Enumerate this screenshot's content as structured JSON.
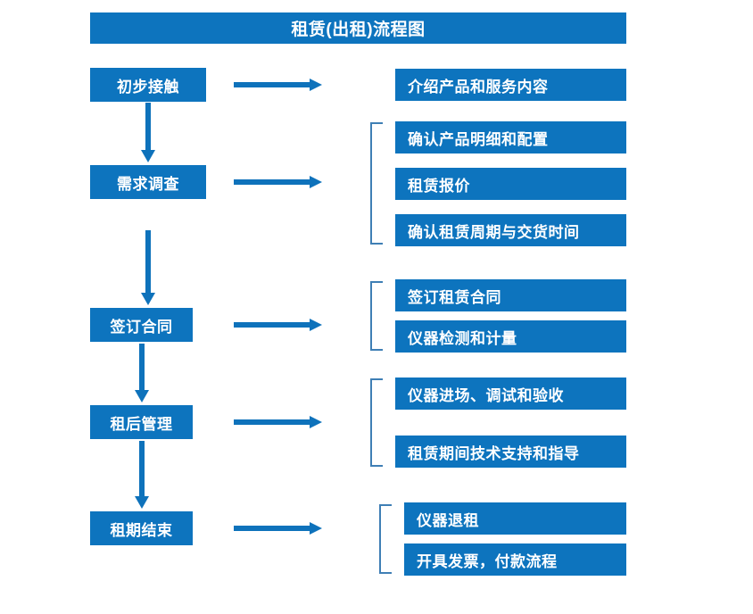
{
  "title": {
    "text": "租赁(出租)流程图"
  },
  "colors": {
    "box_blue": "#0d74be",
    "arrow_blue": "#0e72bb",
    "bracket_blue": "#3f7fb5",
    "text_white": "#ffffff",
    "background": "#ffffff"
  },
  "stages": [
    {
      "label": "初步接触"
    },
    {
      "label": "需求调查"
    },
    {
      "label": "签订合同"
    },
    {
      "label": "租后管理"
    },
    {
      "label": "租期结束"
    }
  ],
  "details": [
    {
      "label": "介绍产品和服务内容"
    },
    {
      "label": "确认产品明细和配置"
    },
    {
      "label": "租赁报价"
    },
    {
      "label": "确认租赁周期与交货时间"
    },
    {
      "label": "签订租赁合同"
    },
    {
      "label": "仪器检测和计量"
    },
    {
      "label": "仪器进场、调试和验收"
    },
    {
      "label": "租赁期间技术支持和指导"
    },
    {
      "label": "仪器退租"
    },
    {
      "label": "开具发票，付款流程"
    }
  ]
}
